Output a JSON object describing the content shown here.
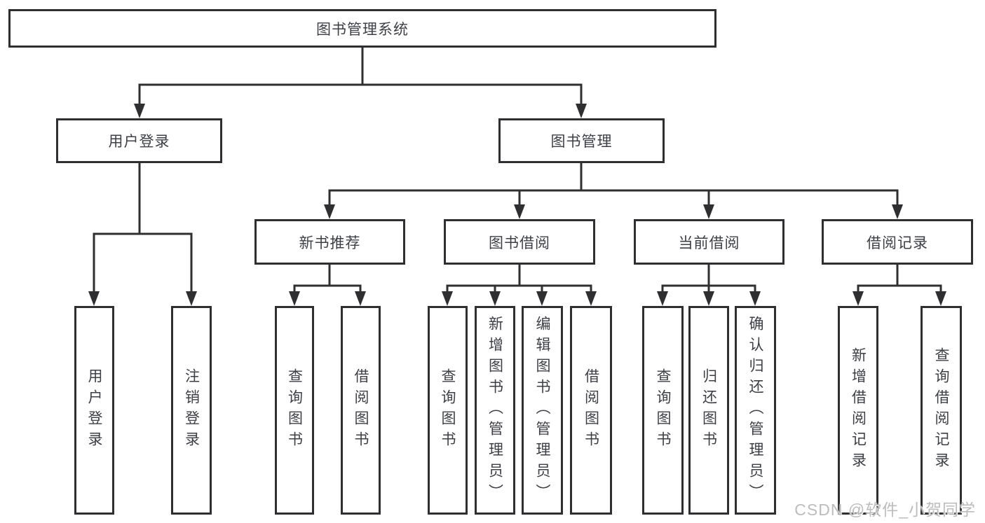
{
  "diagram_type": "hierarchy-tree",
  "tree": {
    "root": "图书管理系统",
    "branches": [
      {
        "label": "用户登录",
        "leaves": [
          "用户登录",
          "注销登录"
        ]
      },
      {
        "label": "图书管理",
        "groups": [
          {
            "label": "新书推荐",
            "leaves": [
              "查询图书",
              "借阅图书"
            ]
          },
          {
            "label": "图书借阅",
            "leaves": [
              "查询图书",
              "新增图书（管理员）",
              "编辑图书（管理员）",
              "借阅图书"
            ]
          },
          {
            "label": "当前借阅",
            "leaves": [
              "查询图书",
              "归还图书",
              "确认归还（管理员）"
            ]
          },
          {
            "label": "借阅记录",
            "leaves": [
              "新增借阅记录",
              "查询借阅记录"
            ]
          }
        ]
      }
    ]
  },
  "watermark": "CSDN @软件_小贺同学",
  "colors": {
    "line_color": "#2f2f31",
    "text_color": "#3d3f44",
    "box_fill": "#ffffff",
    "background": "#ffffff",
    "watermark_color": "#bcbcbc"
  }
}
